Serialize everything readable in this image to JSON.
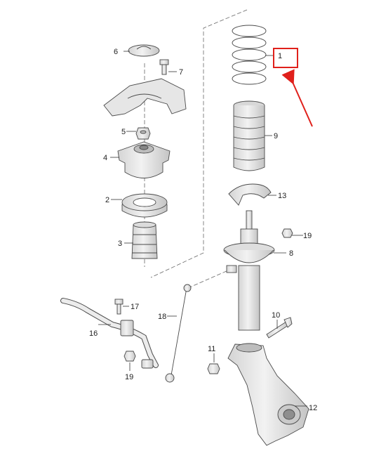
{
  "callouts": {
    "c1": "1",
    "c2": "2",
    "c3": "3",
    "c4": "4",
    "c5": "5",
    "c6": "6",
    "c7": "7",
    "c8": "8",
    "c9": "9",
    "c10": "10",
    "c11": "11",
    "c12": "12",
    "c13": "13",
    "c16": "16",
    "c17": "17",
    "c18": "18",
    "c19a": "19",
    "c19b": "19"
  },
  "colors": {
    "part_fill": "#e9e9e9",
    "part_shade": "#c8c8c8",
    "outline": "#4a4a4a",
    "highlight_box": "#e0201b",
    "arrow": "#e0201b"
  }
}
